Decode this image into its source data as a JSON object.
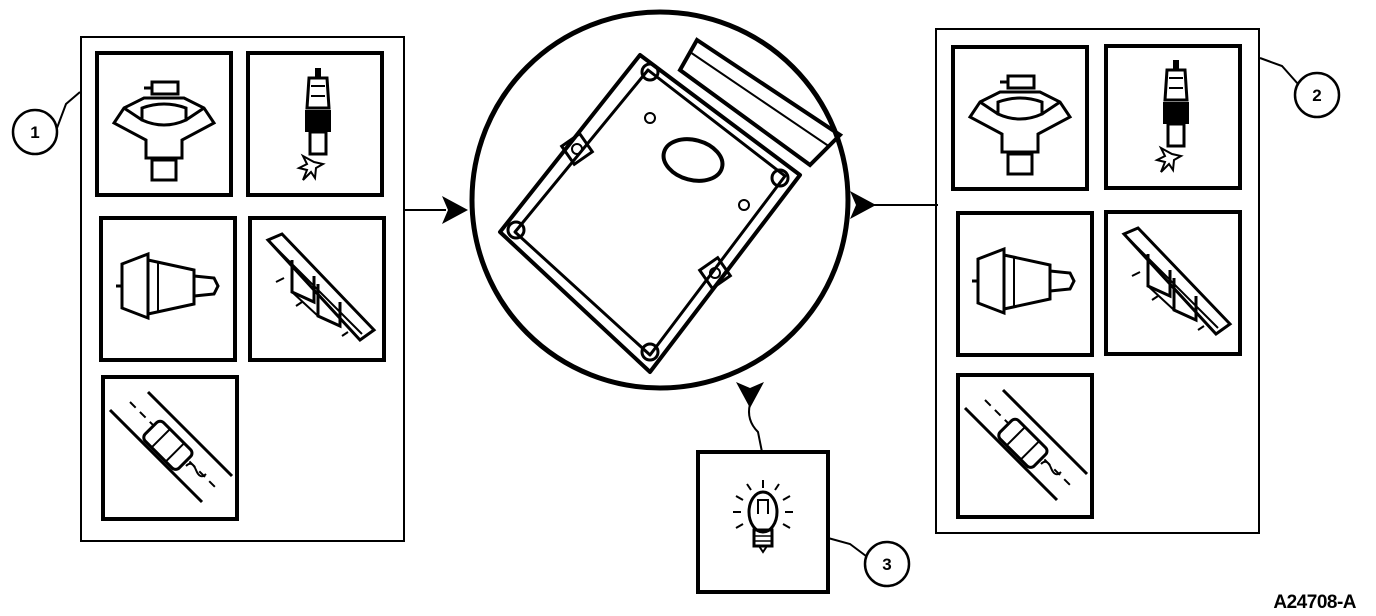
{
  "callouts": {
    "input_sensors": "1",
    "output_actuators": "2",
    "warning_lamp": "3"
  },
  "figure_id": "A24708-A",
  "icons": [
    "engine-icon",
    "spark-plug-icon",
    "transmission-icon",
    "chassis-frame-icon",
    "road-vehicle-icon",
    "warning-lamp-icon",
    "control-module-icon"
  ],
  "colors": {
    "ink": "#000000",
    "paper": "#ffffff"
  }
}
